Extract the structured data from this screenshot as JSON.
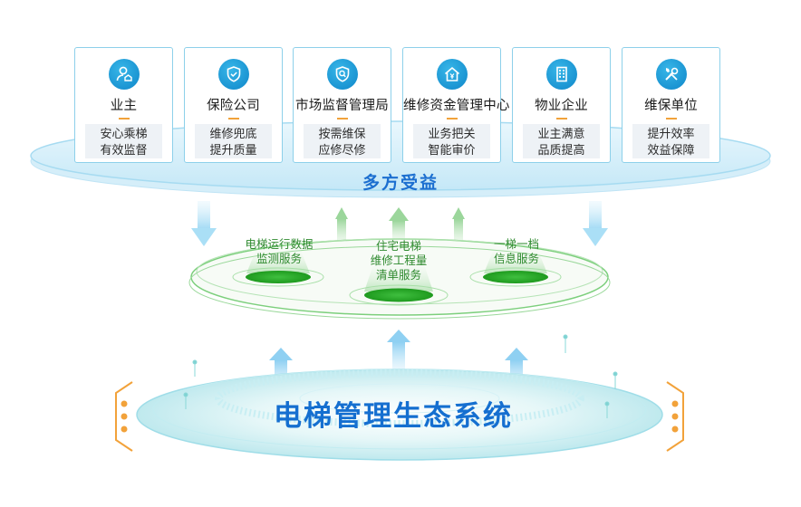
{
  "stakeholders": [
    {
      "icon": "owner-icon",
      "title": "业主",
      "lines": [
        "安心乘梯",
        "有效监督"
      ]
    },
    {
      "icon": "shield-icon",
      "title": "保险公司",
      "lines": [
        "维修兜底",
        "提升质量"
      ]
    },
    {
      "icon": "magnifier-shield-icon",
      "title": "市场监督管理局",
      "lines": [
        "按需维保",
        "应修尽修"
      ]
    },
    {
      "icon": "house-money-icon",
      "title": "维修资金管理中心",
      "lines": [
        "业务把关",
        "智能审价"
      ]
    },
    {
      "icon": "building-icon",
      "title": "物业企业",
      "lines": [
        "业主满意",
        "品质提高"
      ]
    },
    {
      "icon": "wrench-screwdriver-icon",
      "title": "维保单位",
      "lines": [
        "提升效率",
        "效益保障"
      ]
    }
  ],
  "top_ring_label": "多方受益",
  "services": [
    {
      "lines": [
        "电梯运行数据",
        "监测服务"
      ]
    },
    {
      "lines": [
        "住宅电梯",
        "维修工程量",
        "清单服务"
      ]
    },
    {
      "lines": [
        "一梯一档",
        "信息服务"
      ]
    }
  ],
  "main_title": "电梯管理生态系统",
  "colors": {
    "primary_blue": "#1c6fd0",
    "card_border": "#8dd0ea",
    "service_green": "#2f8a2f",
    "accent_orange": "#f2a23a"
  }
}
